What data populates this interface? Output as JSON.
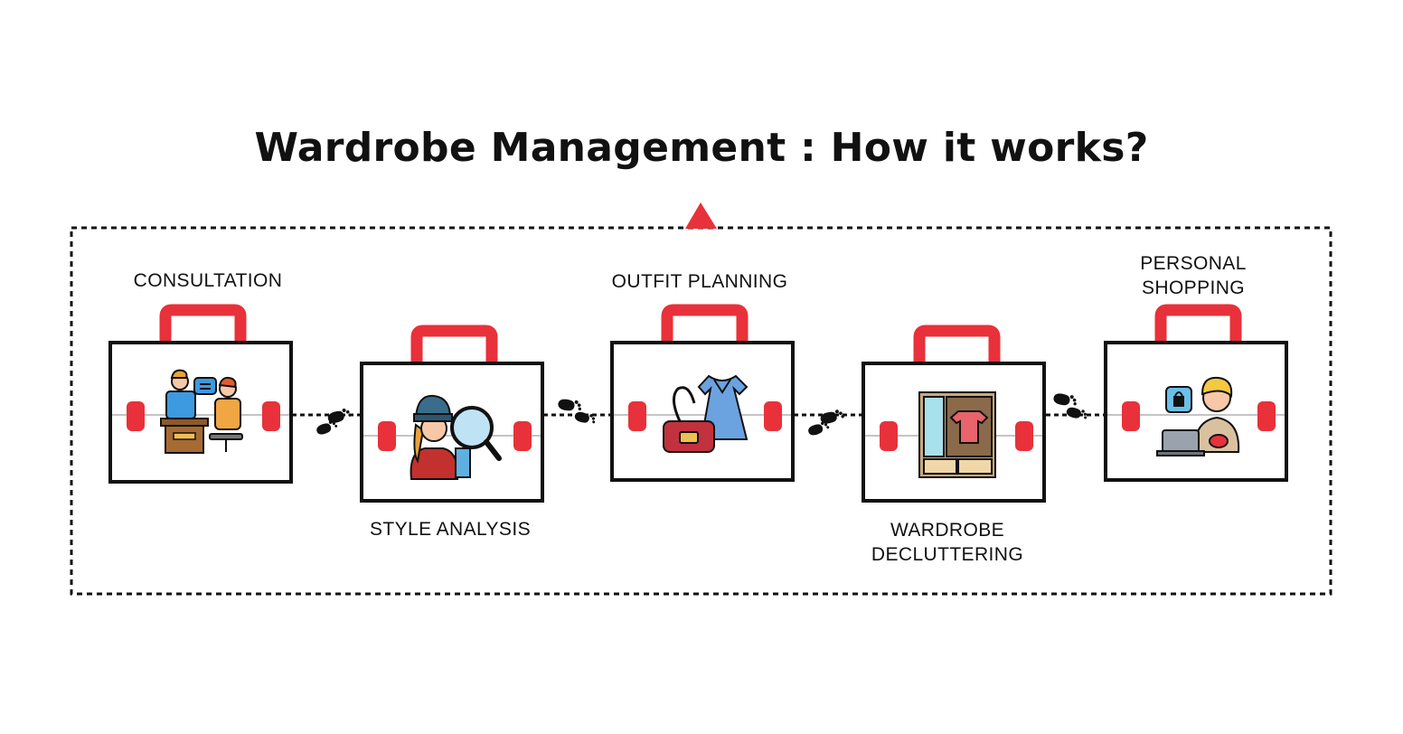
{
  "title": "Wardrobe Management : How it works?",
  "colors": {
    "accent": "#e8313a",
    "stroke": "#111111",
    "background": "#ffffff"
  },
  "steps": [
    {
      "lines": [
        "CONSULTATION"
      ],
      "icon": "consultation-icon"
    },
    {
      "lines": [
        "STYLE ANALYSIS"
      ],
      "icon": "style-analysis-icon"
    },
    {
      "lines": [
        "OUTFIT PLANNING"
      ],
      "icon": "outfit-planning-icon"
    },
    {
      "lines": [
        "WARDROBE",
        "DECLUTTERING"
      ],
      "icon": "wardrobe-icon"
    },
    {
      "lines": [
        "PERSONAL",
        "SHOPPING"
      ],
      "icon": "personal-shopping-icon"
    }
  ],
  "connector_icon": "footprints-icon",
  "loop_arrow_icon": "triangle-arrow-icon"
}
